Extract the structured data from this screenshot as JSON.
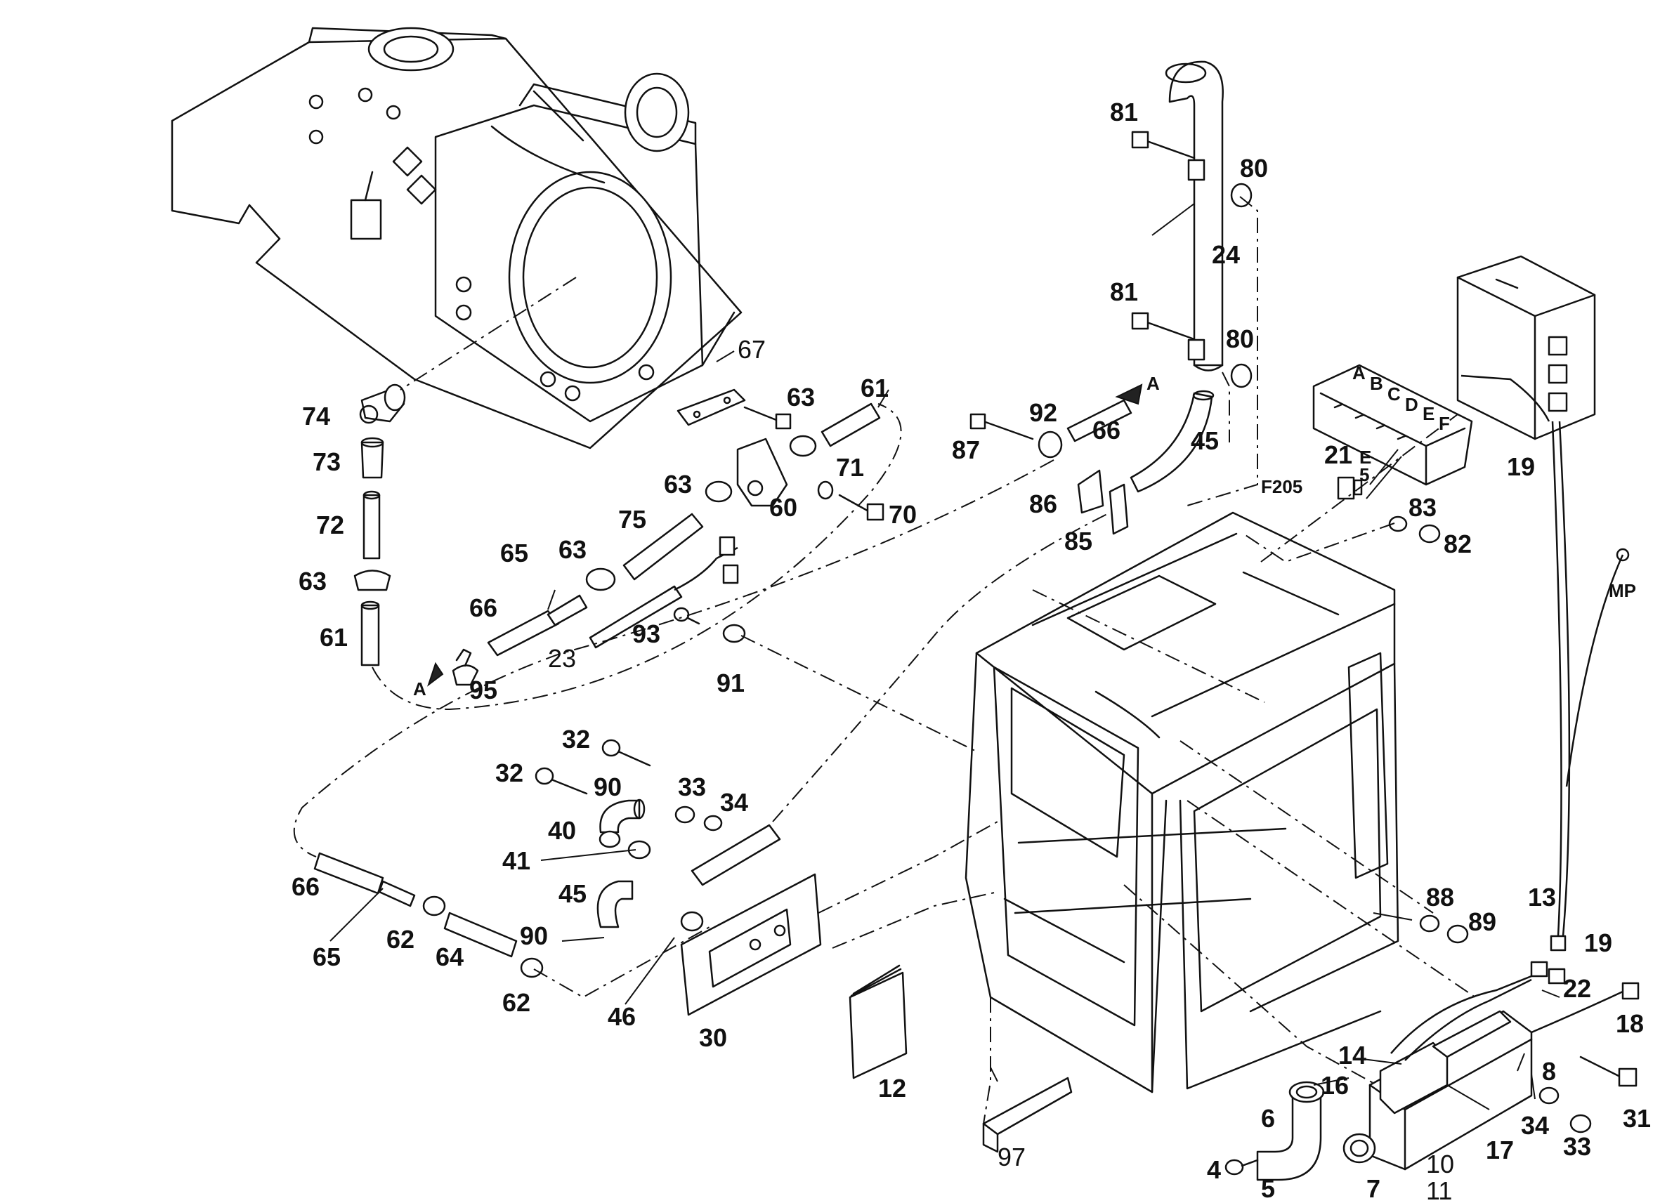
{
  "diagram": {
    "callouts": [
      {
        "id": "c81a",
        "text": "81"
      },
      {
        "id": "c80a",
        "text": "80"
      },
      {
        "id": "c24",
        "text": "24"
      },
      {
        "id": "c81b",
        "text": "81"
      },
      {
        "id": "c80b",
        "text": "80"
      },
      {
        "id": "c67",
        "text": "67"
      },
      {
        "id": "c63a",
        "text": "63"
      },
      {
        "id": "c61a",
        "text": "61"
      },
      {
        "id": "c71",
        "text": "71"
      },
      {
        "id": "c60",
        "text": "60"
      },
      {
        "id": "c70",
        "text": "70"
      },
      {
        "id": "c63b",
        "text": "63"
      },
      {
        "id": "c75",
        "text": "75"
      },
      {
        "id": "c65a",
        "text": "65"
      },
      {
        "id": "c63c",
        "text": "63"
      },
      {
        "id": "c66a",
        "text": "66"
      },
      {
        "id": "c23",
        "text": "23"
      },
      {
        "id": "c93",
        "text": "93"
      },
      {
        "id": "c91",
        "text": "91"
      },
      {
        "id": "c95",
        "text": "95"
      },
      {
        "id": "cAa",
        "text": "A"
      },
      {
        "id": "cAb",
        "text": "A"
      },
      {
        "id": "c74",
        "text": "74"
      },
      {
        "id": "c73",
        "text": "73"
      },
      {
        "id": "c72",
        "text": "72"
      },
      {
        "id": "c63d",
        "text": "63"
      },
      {
        "id": "c61b",
        "text": "61"
      },
      {
        "id": "c87",
        "text": "87"
      },
      {
        "id": "c92",
        "text": "92"
      },
      {
        "id": "c66b",
        "text": "66"
      },
      {
        "id": "c45a",
        "text": "45"
      },
      {
        "id": "c86",
        "text": "86"
      },
      {
        "id": "c85",
        "text": "85"
      },
      {
        "id": "c21",
        "text": "21"
      },
      {
        "id": "cE",
        "text": "E"
      },
      {
        "id": "c5a",
        "text": "5"
      },
      {
        "id": "cF205",
        "text": "F205"
      },
      {
        "id": "c83",
        "text": "83"
      },
      {
        "id": "c82",
        "text": "82"
      },
      {
        "id": "c19a",
        "text": "19"
      },
      {
        "id": "cMP",
        "text": "MP"
      },
      {
        "id": "cLA",
        "text": "A"
      },
      {
        "id": "cLB",
        "text": "B"
      },
      {
        "id": "cLC",
        "text": "C"
      },
      {
        "id": "cLD",
        "text": "D"
      },
      {
        "id": "cLE",
        "text": "E"
      },
      {
        "id": "cLF",
        "text": "F"
      },
      {
        "id": "c32a",
        "text": "32"
      },
      {
        "id": "c32b",
        "text": "32"
      },
      {
        "id": "c90a",
        "text": "90"
      },
      {
        "id": "c33a",
        "text": "33"
      },
      {
        "id": "c34a",
        "text": "34"
      },
      {
        "id": "c40",
        "text": "40"
      },
      {
        "id": "c41",
        "text": "41"
      },
      {
        "id": "c45b",
        "text": "45"
      },
      {
        "id": "c66c",
        "text": "66"
      },
      {
        "id": "c90b",
        "text": "90"
      },
      {
        "id": "c46",
        "text": "46"
      },
      {
        "id": "c30",
        "text": "30"
      },
      {
        "id": "c65b",
        "text": "65"
      },
      {
        "id": "c62a",
        "text": "62"
      },
      {
        "id": "c64",
        "text": "64"
      },
      {
        "id": "c62b",
        "text": "62"
      },
      {
        "id": "c12",
        "text": "12"
      },
      {
        "id": "c97",
        "text": "97"
      },
      {
        "id": "c88",
        "text": "88"
      },
      {
        "id": "c89",
        "text": "89"
      },
      {
        "id": "c13",
        "text": "13"
      },
      {
        "id": "c19b",
        "text": "19"
      },
      {
        "id": "c22",
        "text": "22"
      },
      {
        "id": "c18",
        "text": "18"
      },
      {
        "id": "c14",
        "text": "14"
      },
      {
        "id": "c8",
        "text": "8"
      },
      {
        "id": "c16",
        "text": "16"
      },
      {
        "id": "c31",
        "text": "31"
      },
      {
        "id": "c6",
        "text": "6"
      },
      {
        "id": "c34b",
        "text": "34"
      },
      {
        "id": "c33b",
        "text": "33"
      },
      {
        "id": "c17",
        "text": "17"
      },
      {
        "id": "c4",
        "text": "4"
      },
      {
        "id": "c10",
        "text": "10"
      },
      {
        "id": "c5b",
        "text": "5"
      },
      {
        "id": "c7",
        "text": "7"
      },
      {
        "id": "c11",
        "text": "11"
      }
    ]
  }
}
